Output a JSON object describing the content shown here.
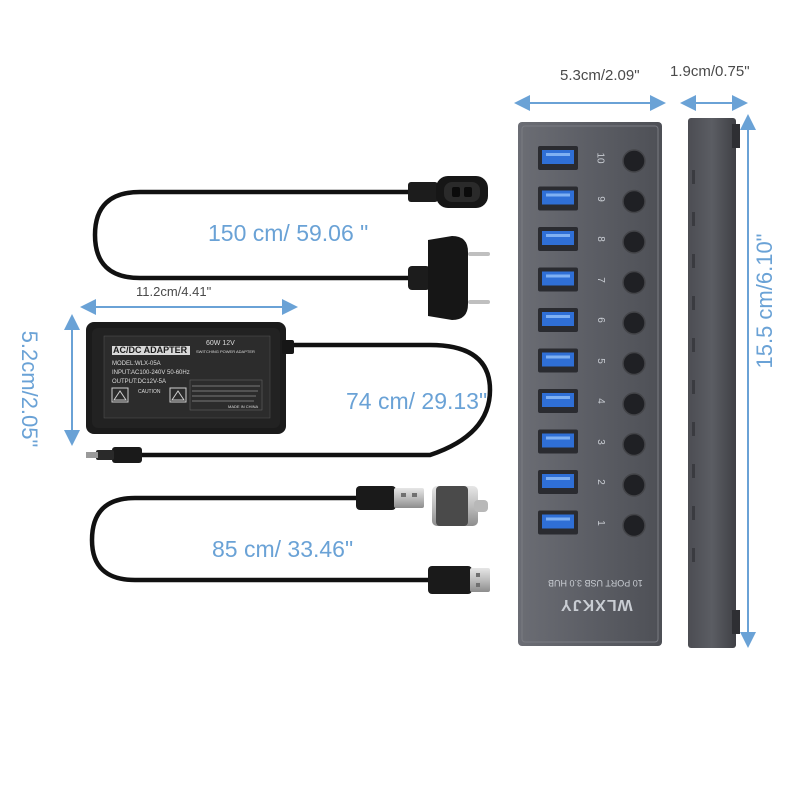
{
  "dimensions": {
    "hub_width": "5.3cm/2.09\"",
    "hub_depth": "1.9cm/0.75\"",
    "hub_height": "15.5  cm/6.10\"",
    "adapter_width": "11.2cm/4.41\"",
    "adapter_height": "5.2cm/2.05\""
  },
  "cables": {
    "power_cord_length": "150 cm/ 59.06 \"",
    "dc_cable_length": "74 cm/ 29.13\"",
    "usb_cable_length": "85 cm/ 33.46\""
  },
  "adapter_label": {
    "title": "AC/DC ADAPTER",
    "rating": "60W  12V",
    "subtitle": "SWITCHING POWER ADAPTER",
    "model": "MODEL:WLX-05A",
    "input": "INPUT:AC100-240V 50-60Hz",
    "output": "OUTPUT:DC12V-5A",
    "caution": "CAUTION",
    "origin": "MADE IN CHINA"
  },
  "hub": {
    "brand": "WLXKJY",
    "model_text": "10 PORT USB 3.0 HUB",
    "ports": [
      "10",
      "9",
      "8",
      "7",
      "6",
      "5",
      "4",
      "3",
      "2",
      "1"
    ]
  },
  "colors": {
    "dimension_blue": "#6aa2d6",
    "hub_body": "#5f6168",
    "usb_blue": "#2f6fd6",
    "cable_black": "#111111"
  }
}
